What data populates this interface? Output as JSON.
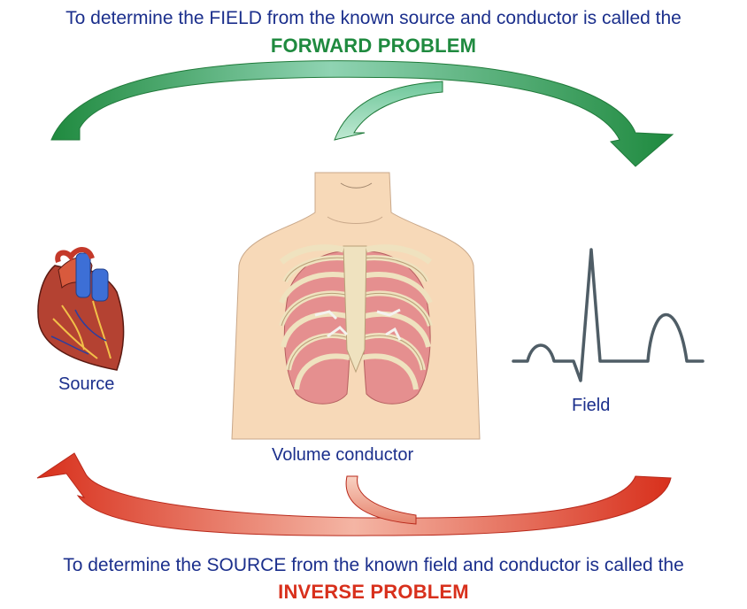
{
  "forward": {
    "caption": "To determine the FIELD from the known source and conductor is called the",
    "title": "FORWARD PROBLEM",
    "color": "#1f8a3f"
  },
  "inverse": {
    "caption": "To determine the SOURCE from the known field and conductor is called the",
    "title": "INVERSE PROBLEM",
    "color": "#d8301c"
  },
  "labels": {
    "source": "Source",
    "field": "Field",
    "volume": "Volume conductor"
  },
  "icons": {
    "source": "heart-icon",
    "volume": "torso-icon",
    "field": "ecg-waveform-icon"
  },
  "colors": {
    "text": "#1b2f8c",
    "skin": "#f7d9b8",
    "lung": "#e58f8f"
  }
}
